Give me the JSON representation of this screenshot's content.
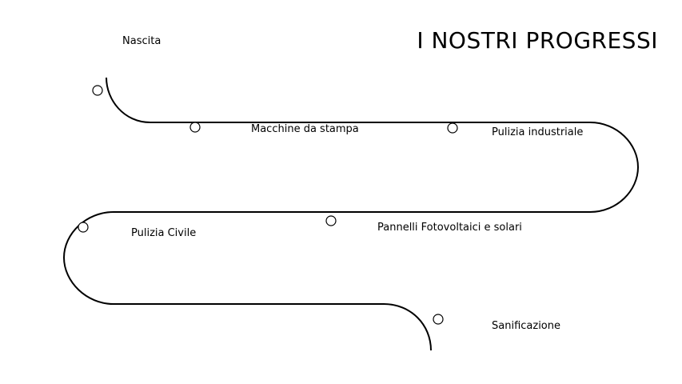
{
  "title": "I NOSTRI PROGRESSI",
  "colors": {
    "line": "#000000",
    "background": "#ffffff"
  },
  "milestones": [
    {
      "label": "Nascita"
    },
    {
      "label": "Macchine da stampa"
    },
    {
      "label": "Pulizia industriale"
    },
    {
      "label": "Pannelli Fotovoltaici e solari"
    },
    {
      "label": "Pulizia Civile"
    },
    {
      "label": "Sanificazione"
    }
  ]
}
